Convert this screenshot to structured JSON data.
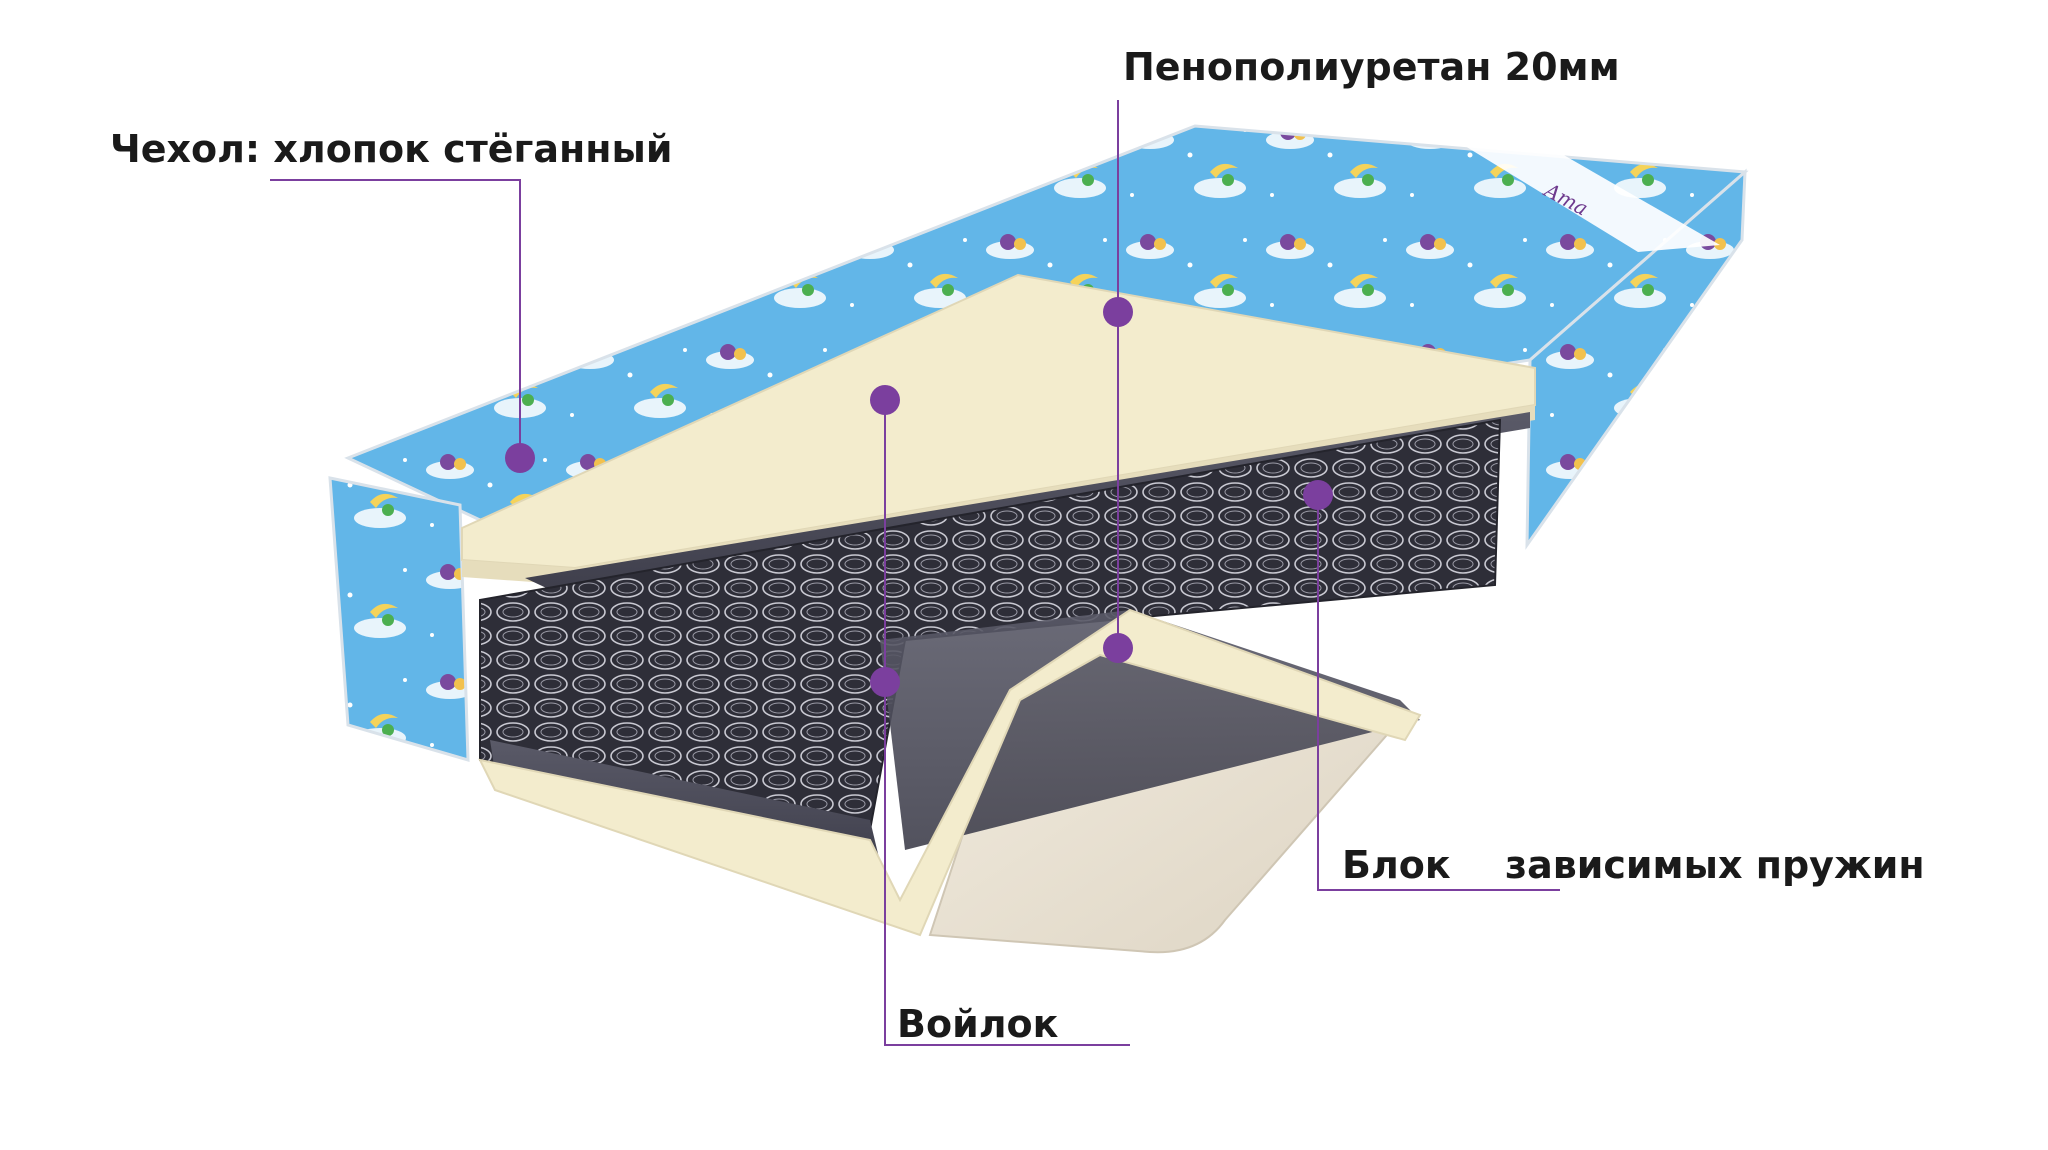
{
  "labels": {
    "cover": "Чехол: хлопок стёганный",
    "ppu": "Пенополиуретан 20мм",
    "felt": "Войлок",
    "block_word": "Блок",
    "block_rest": "зависимых пружин"
  },
  "brand": "Ama",
  "colors": {
    "accent": "#7b3f9e",
    "fabric": "#5fb3e6",
    "foam": "#f3eccd",
    "felt": "#4a4a58",
    "base": "#e9e2d4"
  }
}
